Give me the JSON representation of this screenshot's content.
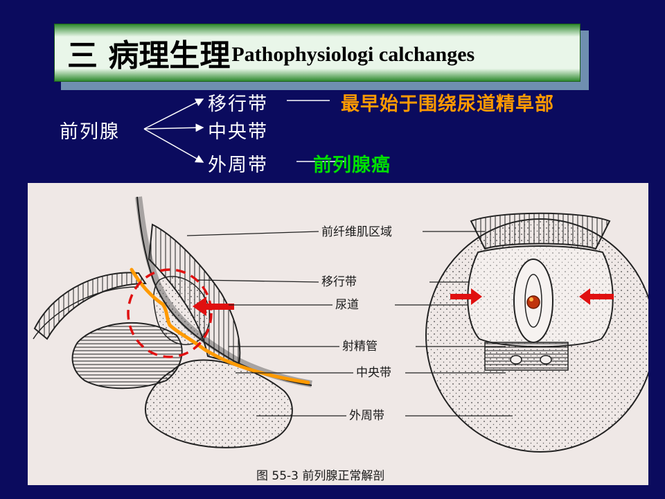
{
  "title": {
    "chinese": "三 病理生理",
    "english": "Pathophysiologi calchanges"
  },
  "outline": {
    "root": "前列腺",
    "zones": [
      {
        "label": "移行带",
        "note": "最早始于围绕尿道精阜部",
        "note_color": "#ff9a00"
      },
      {
        "label": "中央带",
        "note": ""
      },
      {
        "label": "外周带",
        "note": "前列腺癌",
        "note_color": "#00e000"
      }
    ]
  },
  "figure": {
    "labels": {
      "anterior_fibromuscular": "前纤维肌区域",
      "transition_zone": "移行带",
      "urethra": "尿道",
      "ejaculatory_duct": "射精管",
      "central_zone": "中央带",
      "peripheral_zone": "外周带"
    },
    "caption": "图 55-3  前列腺正常解剖"
  },
  "colors": {
    "background": "#0b0b5e",
    "title_green": "#2f8a2f",
    "highlight_orange": "#ff9a00",
    "highlight_green": "#00e000",
    "annotation_red": "#e01010"
  }
}
